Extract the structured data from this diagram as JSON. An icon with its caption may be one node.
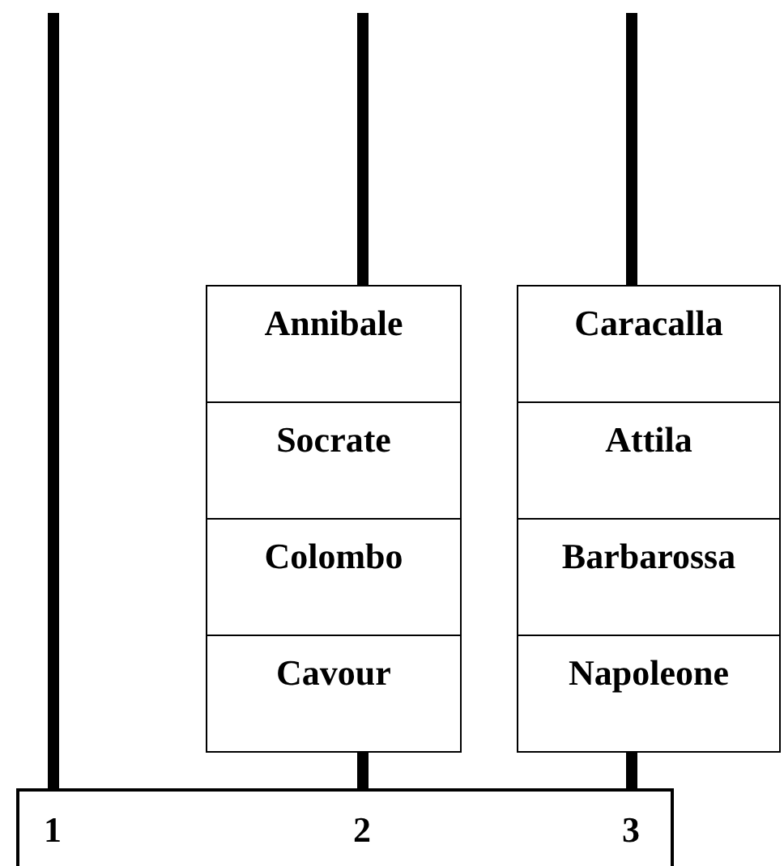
{
  "diagram": {
    "nodes": [
      {
        "text": [
          "Annibale"
        ]
      },
      {
        "text": [
          "Socrate"
        ]
      },
      {
        "text": [
          "Colombo"
        ]
      },
      {
        "text": [
          "Cavour"
        ]
      },
      {
        "text": [
          "Caracalla"
        ]
      },
      {
        "text": [
          "Attila"
        ]
      },
      {
        "text": [
          "Barbarossa"
        ]
      },
      {
        "text": [
          "Napoleone"
        ]
      }
    ],
    "labels": [
      "1",
      "2",
      "3"
    ]
  }
}
